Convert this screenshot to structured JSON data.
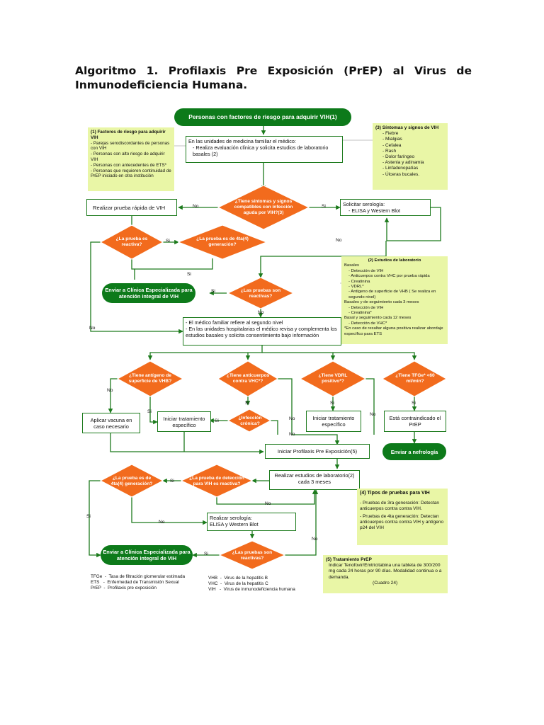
{
  "title": "Algoritmo 1. Profilaxis Pre Exposición (PrEP) al Virus de Inmunodeficiencia Humana.",
  "colors": {
    "accent_green": "#0d7a1a",
    "decision_orange": "#f26b1d",
    "note_yellow": "#e9f6a6",
    "line_green": "#1c7a1c"
  },
  "start": "Personas con factores de riesgo para adquirir VIH(1)",
  "box_umf_head": "En las unidades de medicina familiar el médico:",
  "box_umf_body": "- Realiza evaluación clínica y solicita estudios de laboratorio basales (2)",
  "d_sintomas": "¿Tiene síntomas y signos compatibles con infección aguda por VIH?(3)",
  "box_prueba_rapida": "Realizar prueba rápida de VIH",
  "box_serologia_head": "Solicitar serología:",
  "box_serologia_body": "- ELISA y Western Blot",
  "d_reactiva": "¿La prueba es reactiva?",
  "d_4ta": "¿La prueba es de 4ta(4) generación?",
  "pill_clinica1": "Enviar a Clínica Especializada para atención integral de VIH",
  "d_pruebas_reactivas1": "¿Las pruebas son reactivas?",
  "box_segundo_nivel": "- El médico familiar refiere al segundo nivel\n- En las unidades hospitalarias el médico revisa y complementa los estudios basales y solicita consentimiento bajo información",
  "d_vhb": "¿Tiene antígeno de superficie de VHB?",
  "d_vhc": "¿Tiene anticuerpos contra VHC*?",
  "d_vdrl": "¿Tiene VDRL positivo*?",
  "d_tfge": "¿Tiene TFGe* <60 ml/min?",
  "d_cronica": "¿Infección crónica?",
  "box_vacuna": "Aplicar vacuna en caso necesario",
  "box_trat1": "Iniciar tratamiento específico",
  "box_trat2": "Iniciar tratamiento específico",
  "box_contraindicado": "Está contraindicado el PrEP",
  "pill_nefrologia": "Enviar a nefrología",
  "box_iniciar_prep": "Iniciar Profilaxis Pre Exposición(5)",
  "box_estudios_3m": "Realizar estudios de laboratorio(2) cada 3 meses",
  "d_deteccion": "¿La prueba de detección para VIH es reactiva?",
  "d_4ta_b": "¿La prueba es de 4ta(4) generación?",
  "box_serologia2_head": "Realizar serología:",
  "box_serologia2_body": "ELISA y Western Blot",
  "pill_clinica2": "Enviar a Clínica Especializada para atención integral de VIH",
  "d_pruebas_reactivas2": "¿Las pruebas son reactivas?",
  "labels": {
    "si": "Si",
    "no": "No"
  },
  "note1": {
    "title": "(1) Factores de riesgo para adquirir VIH",
    "items": [
      "- Parejas serodiscordantes de personas con VIH",
      "- Personas con alto riesgo de adquirir VIH",
      "- Personas con antecedentes de ETS*",
      "- Personas que requieren continuidad de PrEP iniciado en otra institución"
    ]
  },
  "note3": {
    "title": "(3) Síntomas y signos de VIH",
    "items": [
      "- Fiebre",
      "- Mialgias",
      "- Cefalea",
      "- Rash",
      "- Dolor faríngeo",
      "- Astenia y adinamia",
      "- Linfadenopatías",
      "- Úlceras bucales."
    ]
  },
  "note2": {
    "title": "(2) Estudios de laboratorio",
    "lines": [
      "Basales",
      "- Detección de VIH",
      "- Anticuerpos contra VHC por prueba rápida",
      "- Creatinina",
      "- VDRL*",
      "- Antígeno de superficie de VHB ( Se realiza en segundo nivel)",
      "Basales y de seguimiento cada 3 meses",
      "- Detección de VIH",
      "- Creatinina*",
      "Basal y seguimiento cada 12 meses",
      "- Detección de VHC*",
      "*En caso de resultar alguna positiva realizar abordaje específico para ETS"
    ]
  },
  "note4": {
    "title": "(4) Tipos de pruebas para VIH",
    "items": [
      "- Pruebas de 3ra generación: Detectan anticuerpos contra contra VIH.",
      "- Pruebas de 4ta generación: Detectan anticuerpos contra contra VIH y antígeno p24 del VIH"
    ]
  },
  "note5": {
    "title": "(5) Tratamiento PrEP",
    "body": "Indicar Tenofovir/Emtricitabina una tableta de 300/200 mg cada 24 horas por 90 días. Modalidad continua o a demanda.",
    "ref": "(Cuadro 24)"
  },
  "glossary_left": "TFGe  -  Tasa de filtración glomerular estimada\nETS   -  Enfermedad de Transmisión Sexual\nPrEP  -  Profilaxis pre exposición",
  "glossary_right": "VHB  -  Virus de la hepatitis B\nVHC  -  Virus de la hepatitis C\nVIH   -  Virus de inmunodeficiencia humana"
}
